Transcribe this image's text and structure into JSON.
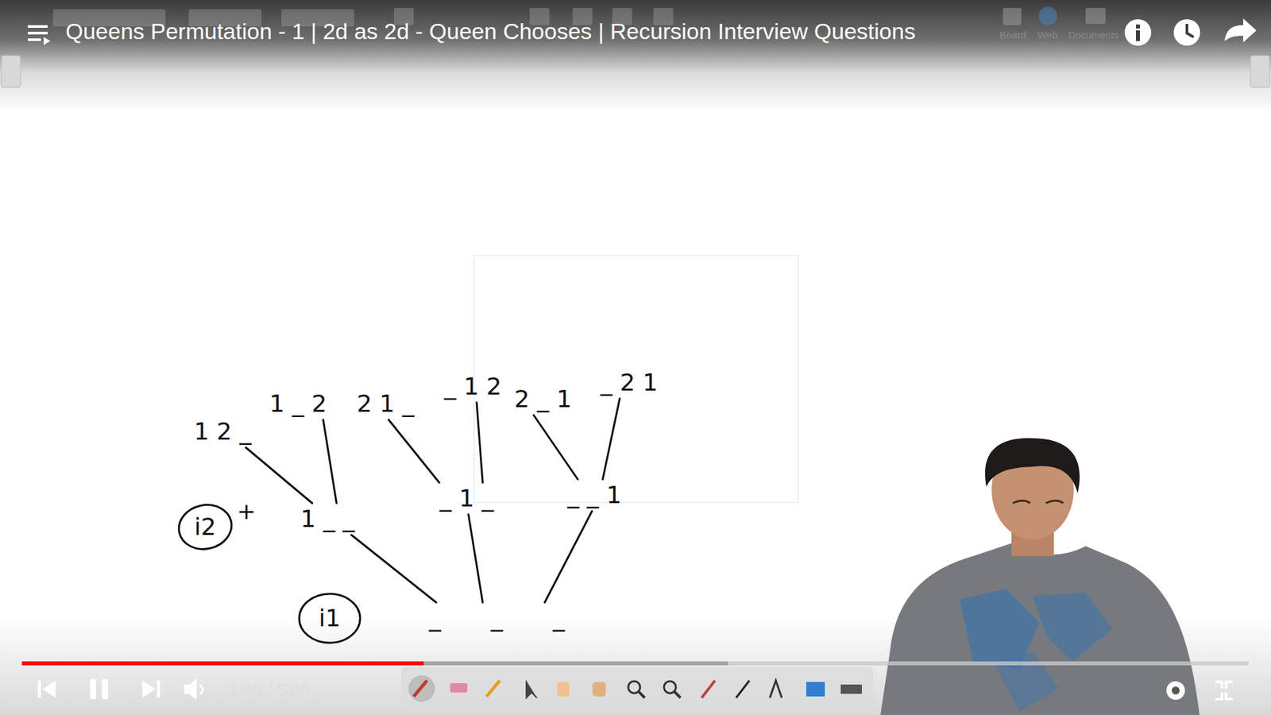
{
  "diagram": {
    "title": "Queens Permutation - 1 | 2d as 2d - Queen Chooses | Recursion Interview Questions",
    "nodes": [
      {
        "text": [
          "_ _ _"
        ]
      },
      {
        "text": [
          "1 _ _"
        ]
      },
      {
        "text": [
          "_ 1 _"
        ]
      },
      {
        "text": [
          "_ _ 1"
        ]
      },
      {
        "text": [
          "1 2 _"
        ]
      },
      {
        "text": [
          "1 _ 2"
        ]
      },
      {
        "text": [
          "2 1 _"
        ]
      },
      {
        "text": [
          "_ 1 2"
        ]
      },
      {
        "text": [
          "2 _ 1"
        ]
      },
      {
        "text": [
          "_ 2 1"
        ]
      },
      {
        "text": [
          "i1"
        ]
      },
      {
        "text": [
          "i2"
        ]
      }
    ],
    "edges": [
      {
        "from": 0,
        "to": 1,
        "arrow": "none"
      },
      {
        "from": 0,
        "to": 2,
        "arrow": "none"
      },
      {
        "from": 0,
        "to": 3,
        "arrow": "none"
      },
      {
        "from": 1,
        "to": 4,
        "arrow": "none"
      },
      {
        "from": 1,
        "to": 5,
        "arrow": "none"
      },
      {
        "from": 2,
        "to": 6,
        "arrow": "none"
      },
      {
        "from": 2,
        "to": 7,
        "arrow": "none"
      },
      {
        "from": 3,
        "to": 8,
        "arrow": "none"
      },
      {
        "from": 3,
        "to": 9,
        "arrow": "none"
      }
    ],
    "labels": [
      "+",
      "Board",
      "Web",
      "Documents",
      "1:40 / 5:05"
    ]
  }
}
